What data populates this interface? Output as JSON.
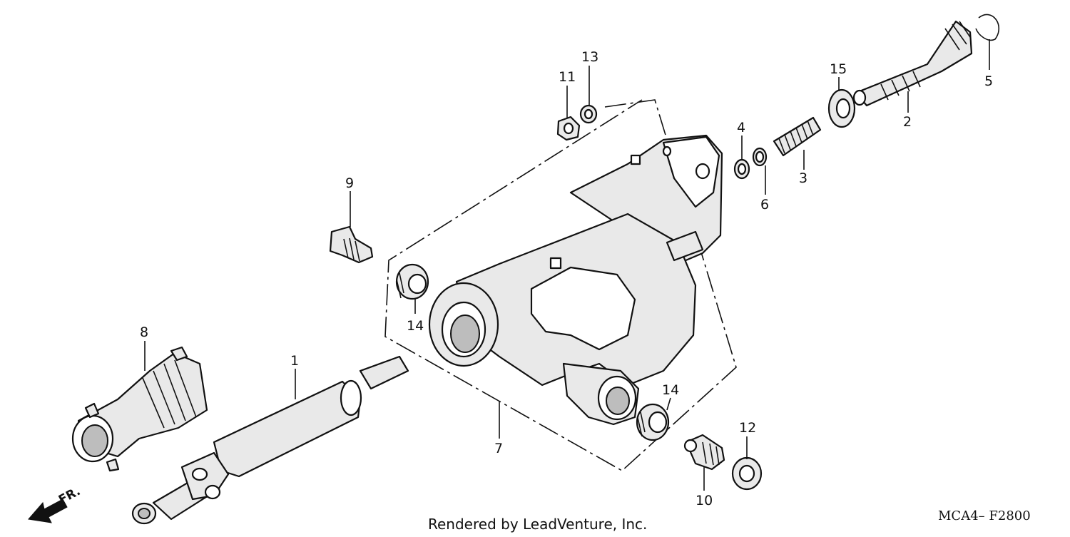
{
  "callouts": [
    {
      "id": "c1",
      "label": "1"
    },
    {
      "id": "c2",
      "label": "2"
    },
    {
      "id": "c3",
      "label": "3"
    },
    {
      "id": "c4",
      "label": "4"
    },
    {
      "id": "c5",
      "label": "5"
    },
    {
      "id": "c6",
      "label": "6"
    },
    {
      "id": "c7",
      "label": "7"
    },
    {
      "id": "c8",
      "label": "8"
    },
    {
      "id": "c9",
      "label": "9"
    },
    {
      "id": "c10",
      "label": "10"
    },
    {
      "id": "c11",
      "label": "11"
    },
    {
      "id": "c12",
      "label": "12"
    },
    {
      "id": "c13",
      "label": "13"
    },
    {
      "id": "c14a",
      "label": "14"
    },
    {
      "id": "c14b",
      "label": "14"
    },
    {
      "id": "c15",
      "label": "15"
    }
  ],
  "footer": {
    "credit": "Rendered by LeadVenture, Inc.",
    "diagram_code": "MCA4– F2800",
    "front_marker": "FR."
  }
}
